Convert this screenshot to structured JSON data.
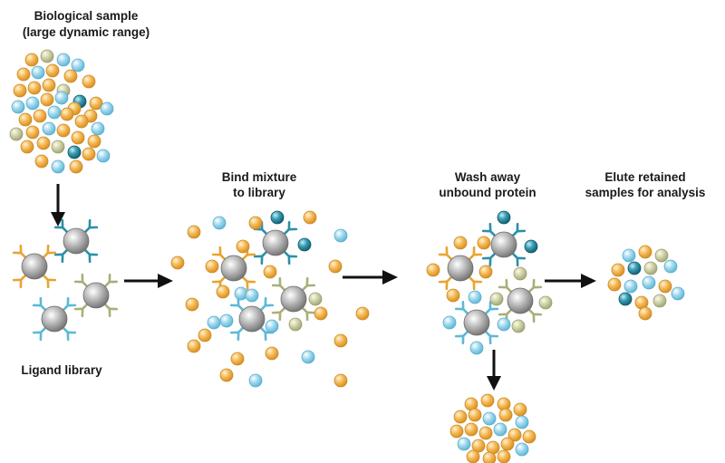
{
  "labels": {
    "biological_sample_line1": "Biological sample",
    "biological_sample_line2": "(large dynamic range)",
    "ligand_library": "Ligand library",
    "bind_line1": "Bind mixture",
    "bind_line2": "to library",
    "wash_line1": "Wash away",
    "wash_line2": "unbound protein",
    "elute_line1": "Elute retained",
    "elute_line2": "samples for analysis"
  },
  "colors": {
    "orange_protein": "#f3b24c",
    "light_blue_protein": "#8fd0ea",
    "sage_protein": "#c6c99a",
    "teal_protein": "#1f7e93",
    "bead_gray": "#9a9a9a",
    "arrow": "#111111",
    "ligand_orange": "#e8a430",
    "ligand_teal": "#2b8fa8",
    "ligand_lightblue": "#5bb9d6",
    "ligand_sage": "#a9ae7a"
  }
}
